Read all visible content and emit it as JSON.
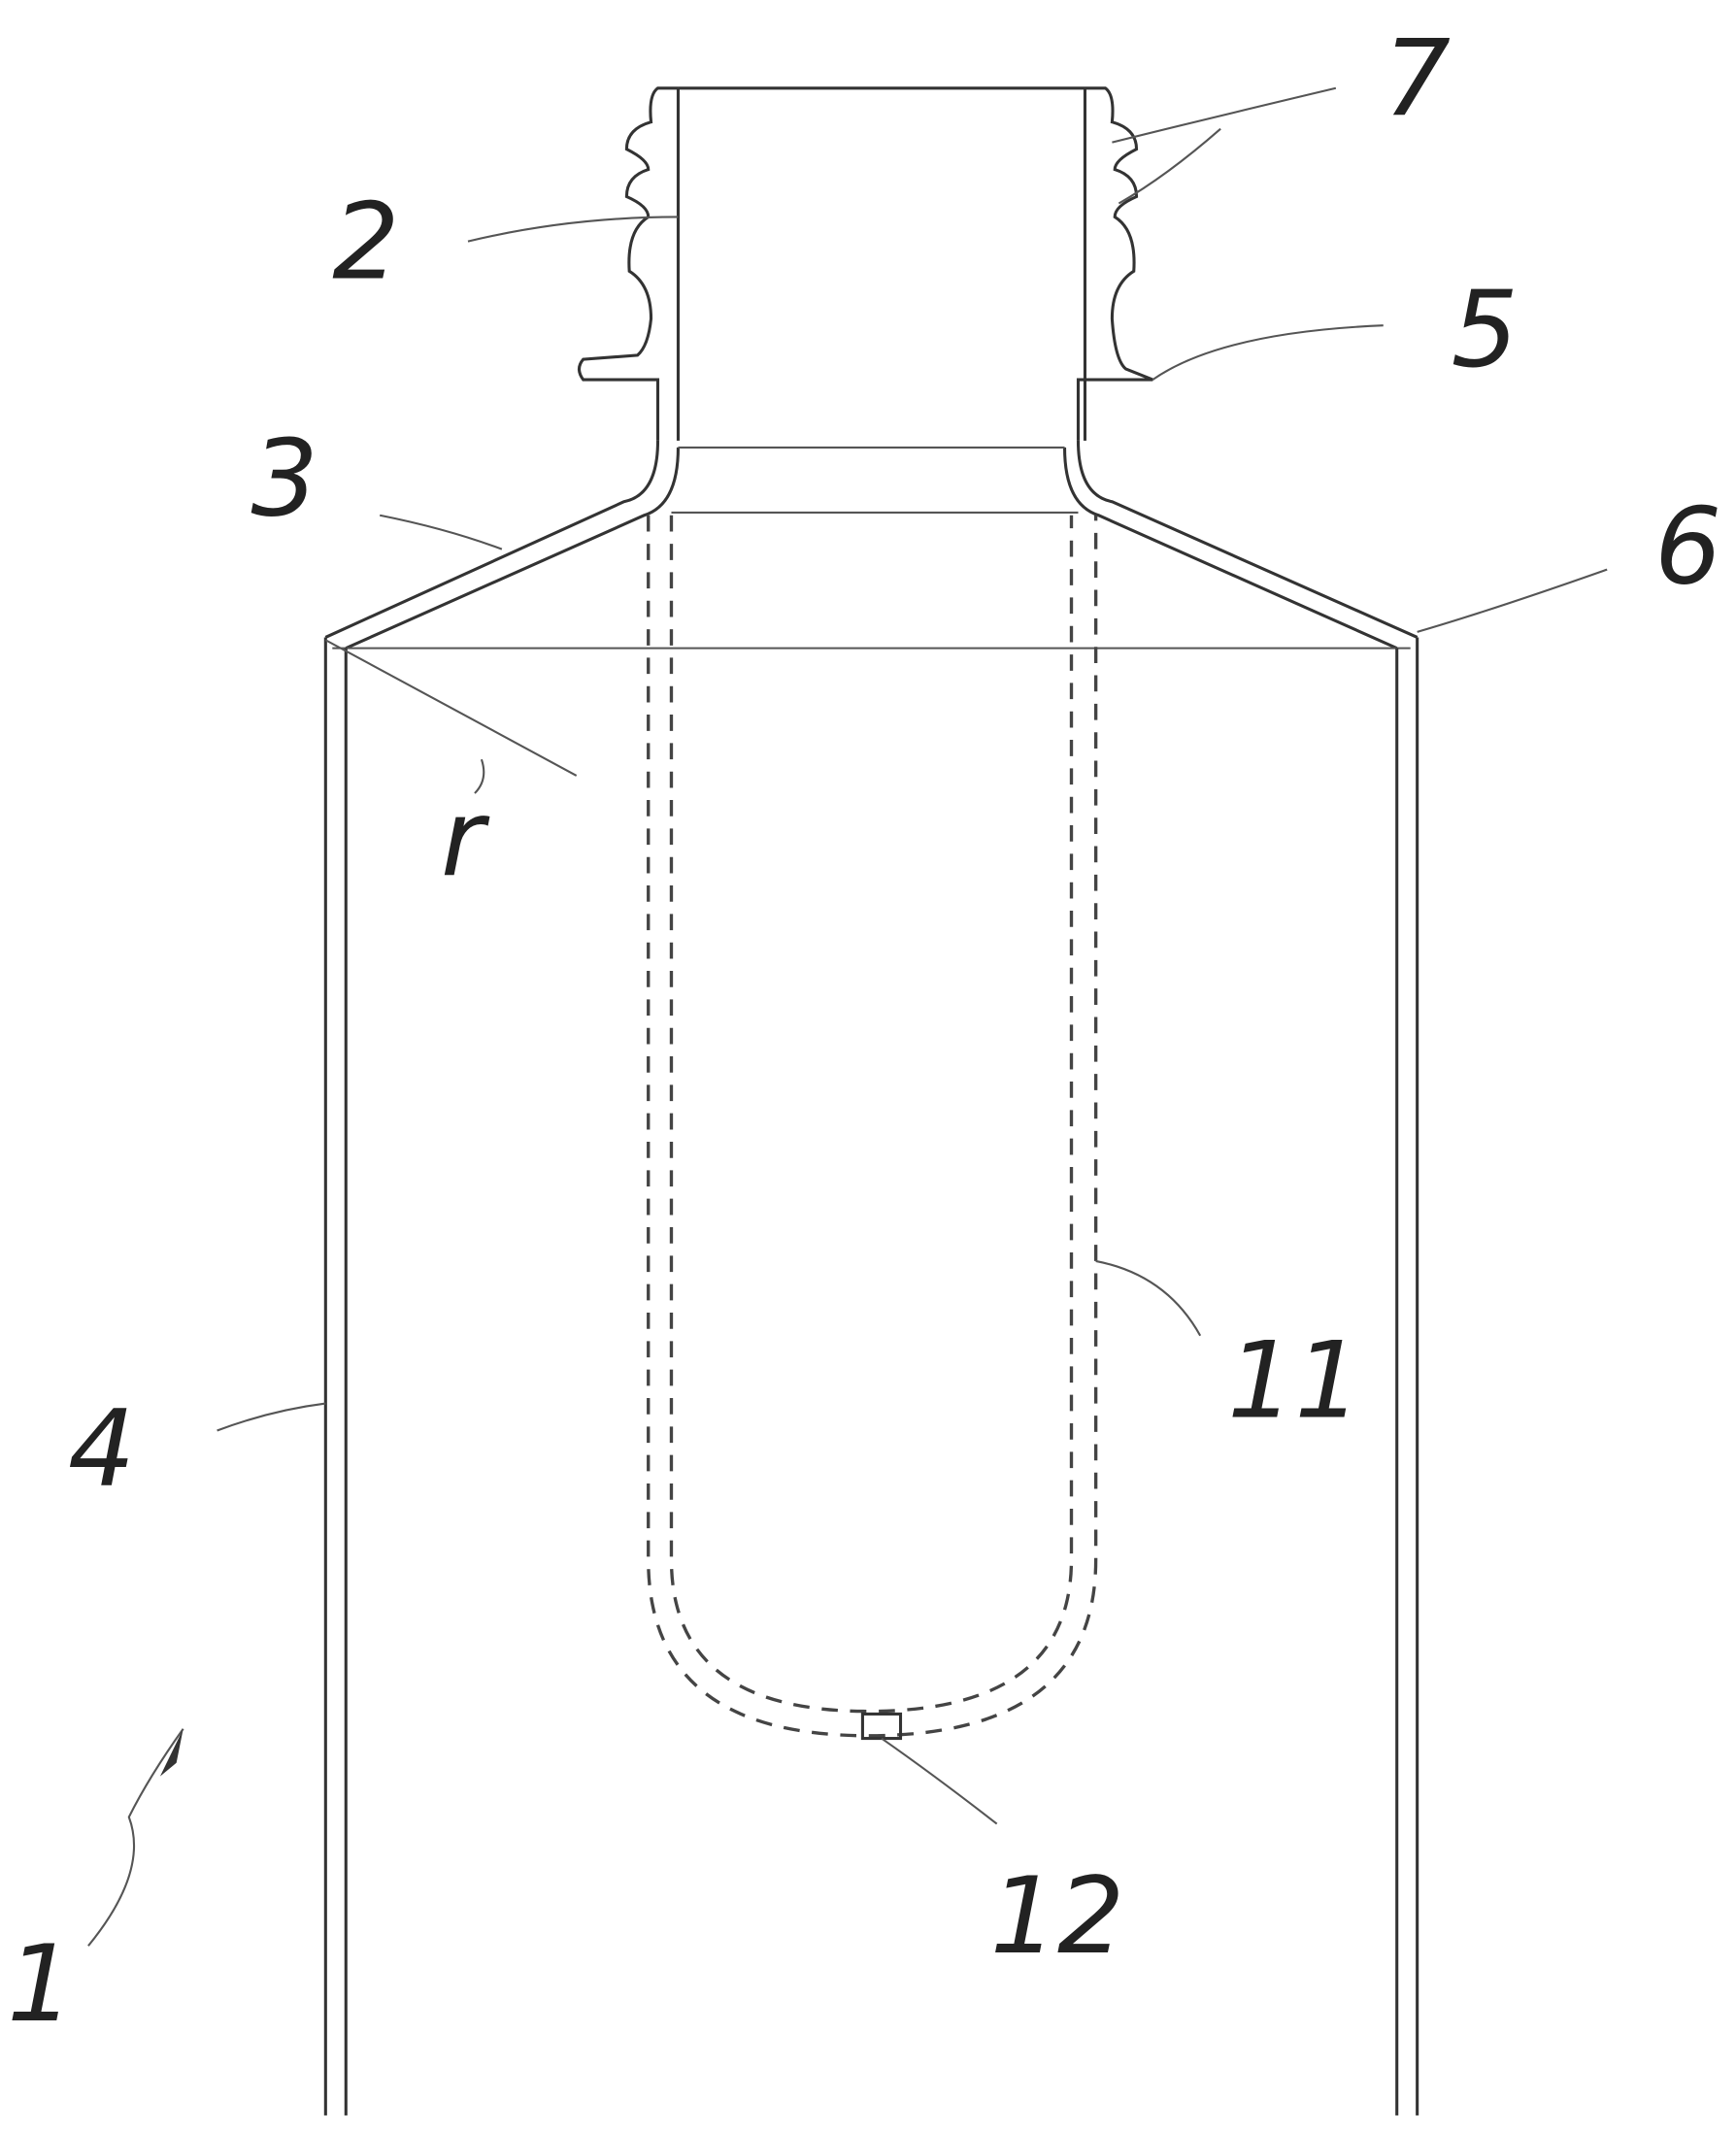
{
  "figure": {
    "labels": {
      "container": "1",
      "neck": "2",
      "shoulder": "3",
      "body_wall": "4",
      "support_ring": "5",
      "edge": "6",
      "thread": "7",
      "preform": "11",
      "injection_point": "12",
      "radius": "r"
    }
  }
}
